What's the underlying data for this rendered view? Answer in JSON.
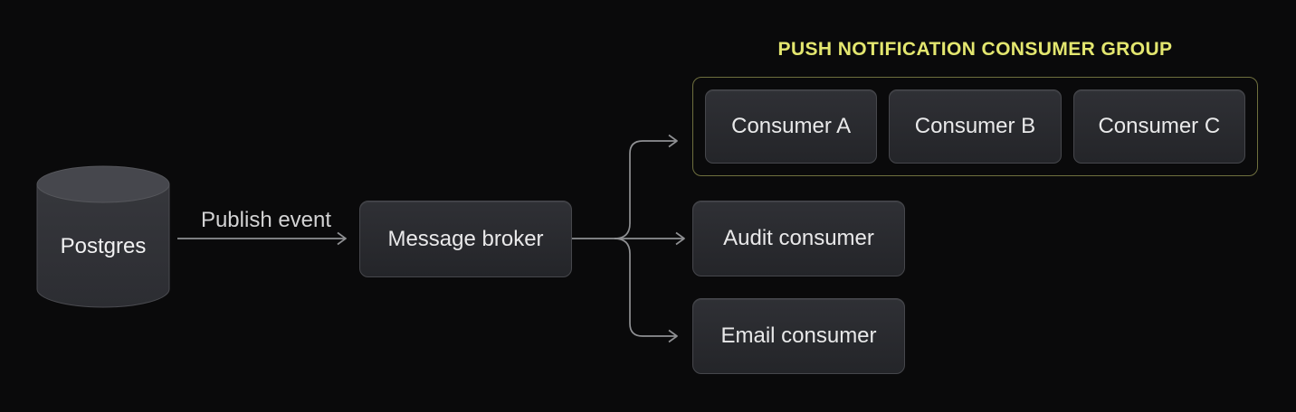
{
  "colors": {
    "background": "#0a0a0b",
    "node_background_top": "#2f3035",
    "node_background_bottom": "#242529",
    "node_border": "#46474c",
    "node_text": "#e9e9ea",
    "connector_line": "#8f9093",
    "edge_label_text": "#d3d3d4",
    "group_border": "#6e6f3e",
    "group_title_text": "#e3e66f",
    "cylinder_top": "#46474d",
    "cylinder_body": "#36373c"
  },
  "nodes": {
    "postgres": {
      "label": "Postgres",
      "shape": "database-cylinder"
    },
    "broker": {
      "label": "Message broker"
    },
    "audit": {
      "label": "Audit consumer"
    },
    "email": {
      "label": "Email consumer"
    }
  },
  "edges": {
    "publish": {
      "label": "Publish event",
      "from": "postgres",
      "to": "broker"
    },
    "broker_to_group": {
      "label": "",
      "from": "broker",
      "to": "push_group"
    },
    "broker_to_audit": {
      "label": "",
      "from": "broker",
      "to": "audit"
    },
    "broker_to_email": {
      "label": "",
      "from": "broker",
      "to": "email"
    }
  },
  "push_group": {
    "title": "PUSH NOTIFICATION CONSUMER GROUP",
    "consumers": [
      {
        "label": "Consumer A"
      },
      {
        "label": "Consumer B"
      },
      {
        "label": "Consumer C"
      }
    ]
  }
}
